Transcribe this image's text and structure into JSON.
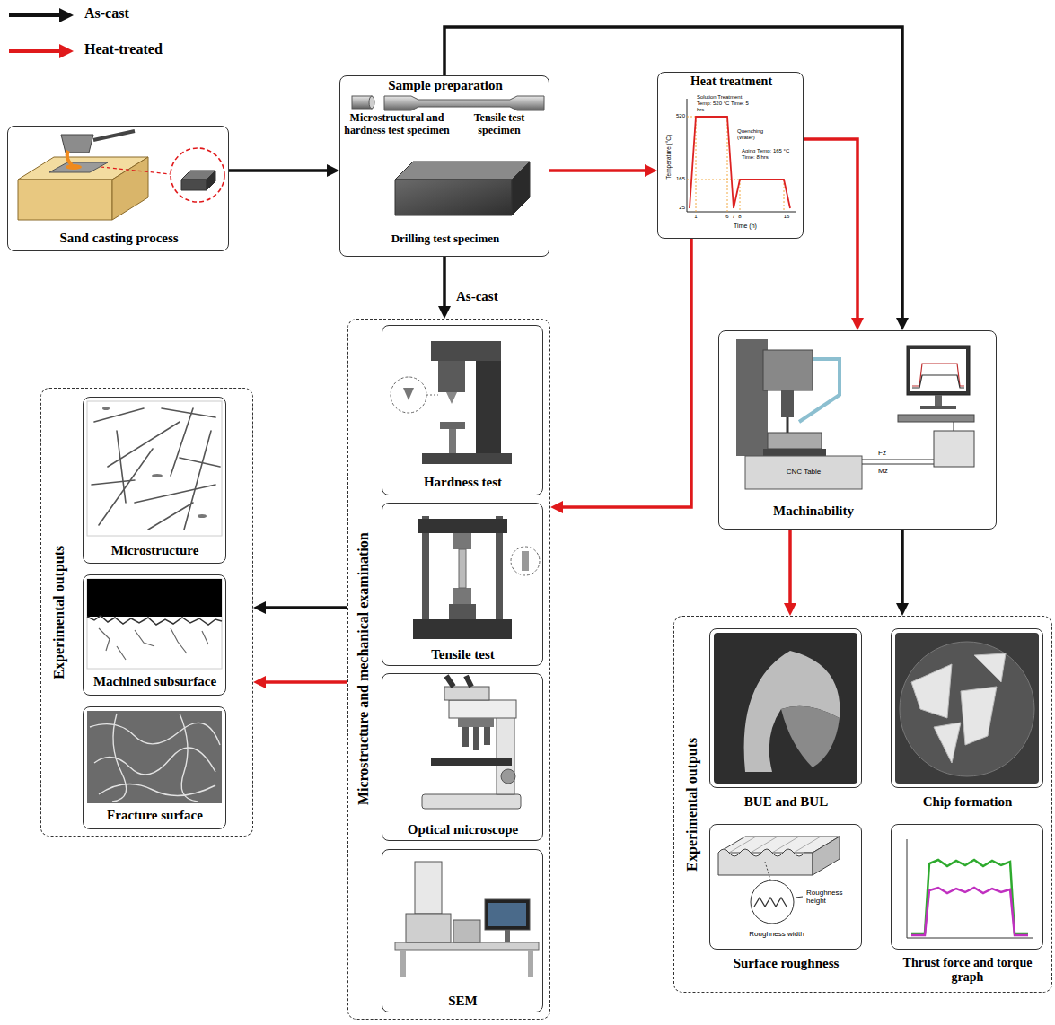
{
  "diagram": {
    "nodes": [
      {
        "text": [
          "Sand casting process"
        ]
      },
      {
        "text": [
          "Sample preparation",
          "Microstructural and hardness test specimen",
          "Tensile test specimen",
          "Drilling test specimen"
        ]
      },
      {
        "text": [
          "Heat treatment"
        ]
      },
      {
        "text": [
          "Microstructure and mechanical examination"
        ]
      },
      {
        "text": [
          "Hardness test"
        ],
        "in": 3
      },
      {
        "text": [
          "Tensile test"
        ],
        "in": 3
      },
      {
        "text": [
          "Optical microscope"
        ],
        "in": 3
      },
      {
        "text": [
          "SEM"
        ],
        "in": 3
      },
      {
        "text": [
          "Machinability"
        ]
      },
      {
        "text": [
          "Experimental outputs"
        ]
      },
      {
        "text": [
          "Microstructure"
        ],
        "in": 9
      },
      {
        "text": [
          "Machined subsurface"
        ],
        "in": 9
      },
      {
        "text": [
          "Fracture surface"
        ],
        "in": 9
      },
      {
        "text": [
          "Experimental outputs"
        ]
      },
      {
        "text": [
          "BUE and BUL"
        ],
        "in": 13
      },
      {
        "text": [
          "Chip formation"
        ],
        "in": 13
      },
      {
        "text": [
          "Surface roughness"
        ],
        "in": 13
      },
      {
        "text": [
          "Thrust force and torque graph"
        ],
        "in": 13
      }
    ],
    "edges": [
      {
        "from": 0,
        "to": 1,
        "arrow": "to"
      },
      {
        "from": 1,
        "to": 2,
        "arrow": "to"
      },
      {
        "from": 1,
        "to": 8,
        "arrow": "to"
      },
      {
        "from": 2,
        "to": 8,
        "arrow": "to"
      },
      {
        "from": 1,
        "to": 3,
        "arrow": "to",
        "label": "As-cast"
      },
      {
        "from": 2,
        "to": 3,
        "arrow": "to"
      },
      {
        "from": 3,
        "to": 9,
        "arrow": "to"
      },
      {
        "from": 3,
        "to": 9,
        "arrow": "to"
      },
      {
        "from": 8,
        "to": 13,
        "arrow": "to"
      },
      {
        "from": 8,
        "to": 13,
        "arrow": "to"
      }
    ],
    "labels": [
      "Solution Treatment Temp: 520 °C Time: 5 hrs",
      "Quenching (Water)",
      "Aging Temp: 165 °C Time: 8 hrs",
      "Temperature (°C)",
      "Time (h)",
      "520",
      "165",
      "25",
      "1",
      "6",
      "7",
      "8",
      "16",
      "CNC Table",
      "Fz",
      "Mz",
      "Roughness height",
      "Roughness width"
    ],
    "legend": [
      {
        "text": "As-cast"
      },
      {
        "text": "Heat-treated"
      }
    ]
  }
}
